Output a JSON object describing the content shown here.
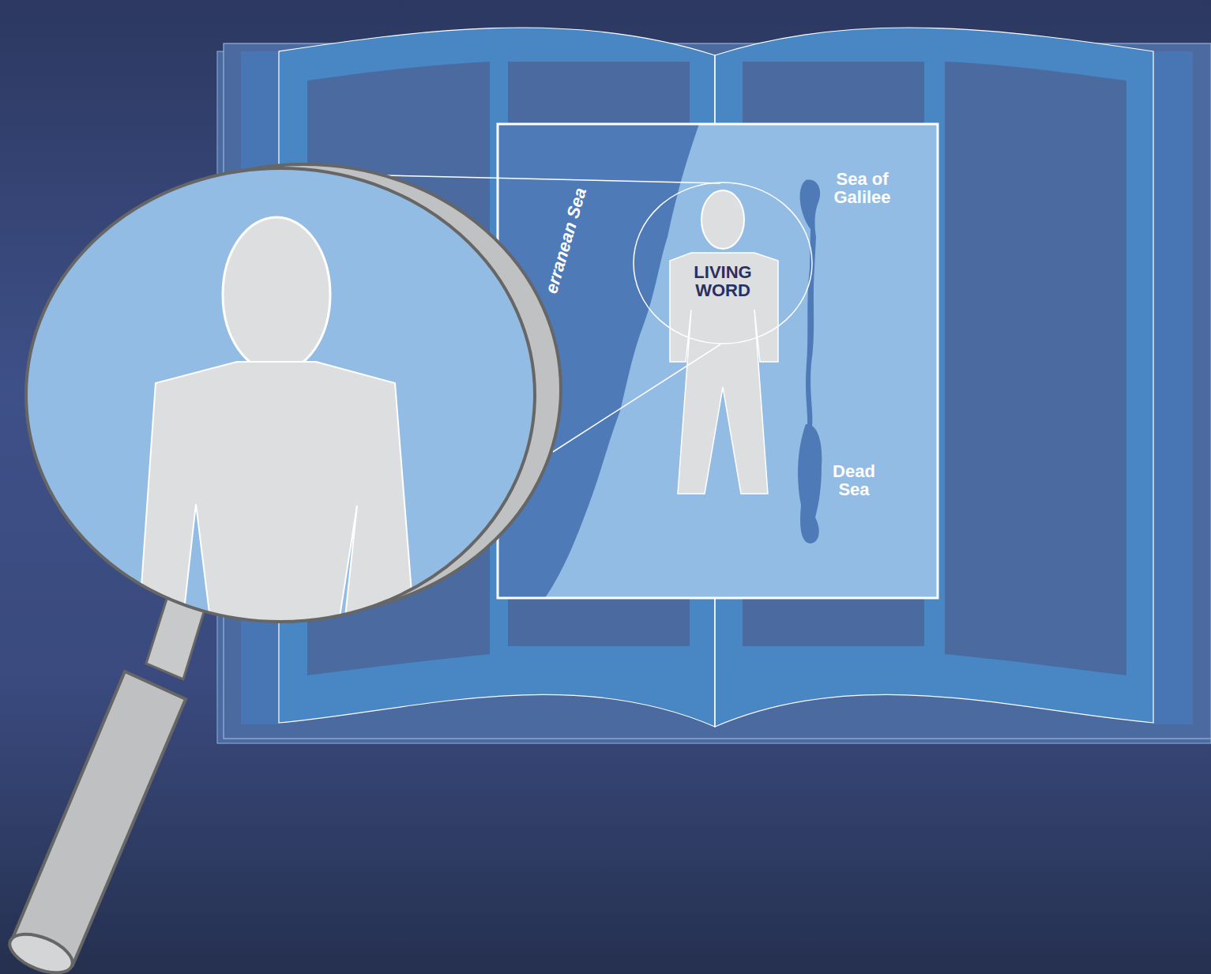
{
  "diagram": {
    "nodes": [
      {
        "text": [
          "LIVING WORD"
        ]
      }
    ],
    "labels": [
      "erranean Sea",
      "Sea of Galilee",
      "Dead Sea"
    ]
  }
}
